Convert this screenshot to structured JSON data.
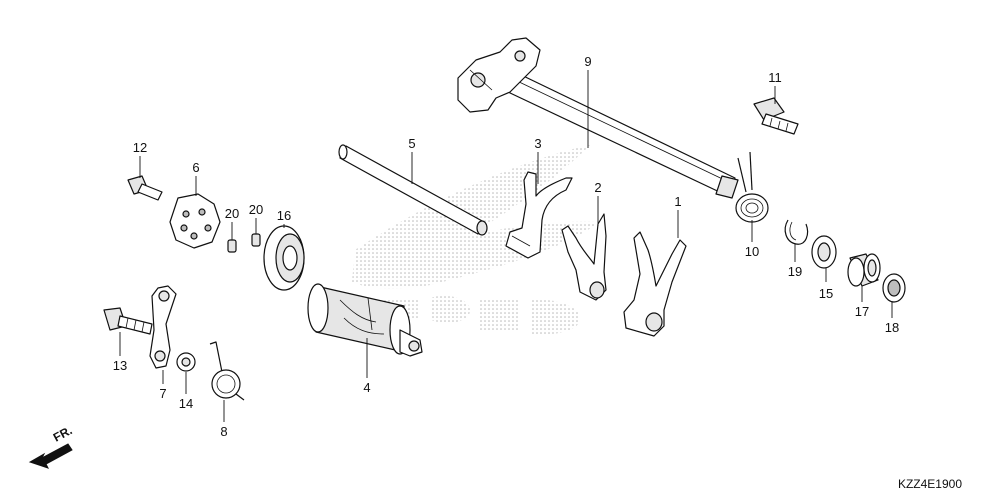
{
  "diagram": {
    "callouts": [
      {
        "id": "1",
        "text": "1"
      },
      {
        "id": "2",
        "text": "2"
      },
      {
        "id": "3",
        "text": "3"
      },
      {
        "id": "4",
        "text": "4"
      },
      {
        "id": "5",
        "text": "5"
      },
      {
        "id": "6",
        "text": "6"
      },
      {
        "id": "7",
        "text": "7"
      },
      {
        "id": "8",
        "text": "8"
      },
      {
        "id": "9",
        "text": "9"
      },
      {
        "id": "10",
        "text": "10"
      },
      {
        "id": "11",
        "text": "11"
      },
      {
        "id": "12",
        "text": "12"
      },
      {
        "id": "13",
        "text": "13"
      },
      {
        "id": "14",
        "text": "14"
      },
      {
        "id": "15",
        "text": "15"
      },
      {
        "id": "16",
        "text": "16"
      },
      {
        "id": "17",
        "text": "17"
      },
      {
        "id": "18",
        "text": "18"
      },
      {
        "id": "19",
        "text": "19"
      },
      {
        "id": "20a",
        "text": "20"
      },
      {
        "id": "20b",
        "text": "20"
      }
    ],
    "direction_label": "FR.",
    "diagram_code": "KZZ4E1900"
  }
}
